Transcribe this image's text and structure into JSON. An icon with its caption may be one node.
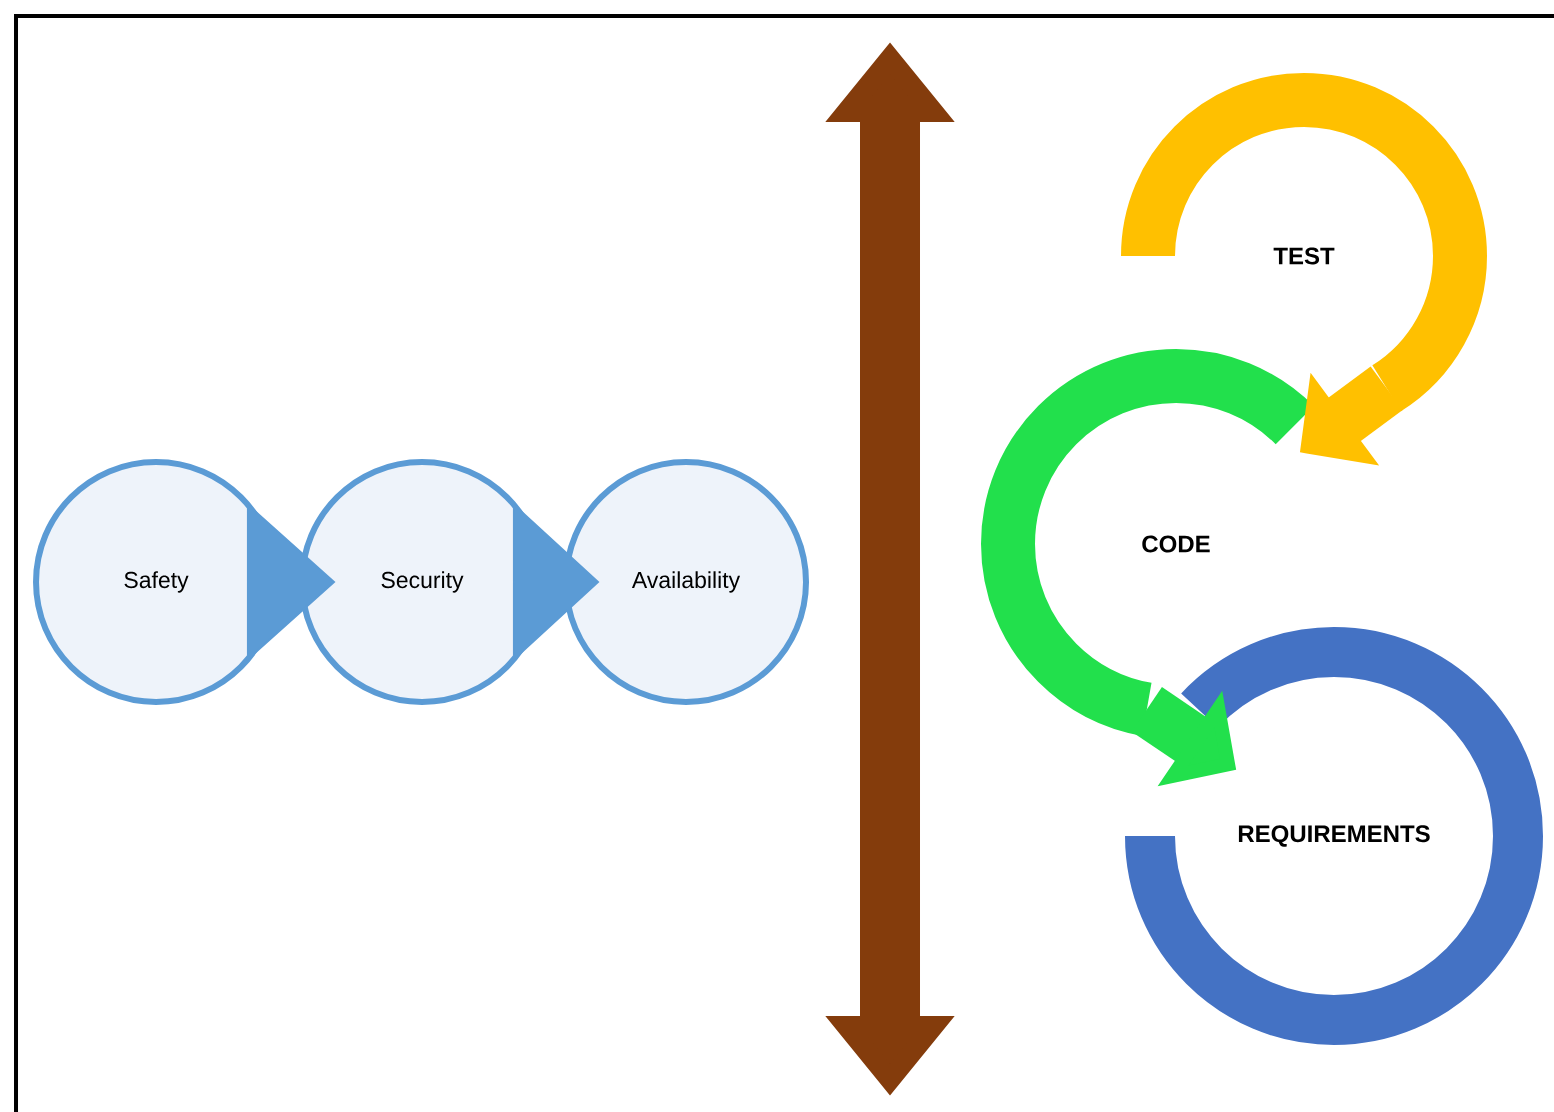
{
  "diagram": {
    "nodes": [
      {
        "text": [
          "Safety"
        ]
      },
      {
        "text": [
          "Security"
        ]
      },
      {
        "text": [
          "Availability"
        ]
      },
      {
        "text": [
          "TEST"
        ]
      },
      {
        "text": [
          "CODE"
        ]
      },
      {
        "text": [
          "REQUIREMENTS"
        ]
      }
    ],
    "edges": [
      {
        "from": 0,
        "to": 1,
        "arrow": "to",
        "color": "#5b9bd5"
      },
      {
        "from": 1,
        "to": 2,
        "arrow": "to",
        "color": "#5b9bd5"
      },
      {
        "from": 3,
        "to": 4,
        "arrow": "to",
        "color": "#ffc000"
      },
      {
        "from": 4,
        "to": 5,
        "arrow": "to",
        "color": "#22e04c"
      }
    ]
  }
}
